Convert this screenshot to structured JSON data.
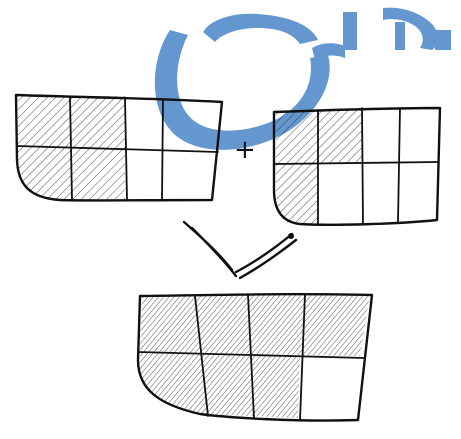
{
  "diagram": {
    "operator_symbol": "+",
    "watermark_color": "#4a86c8",
    "ink_color": "#111111",
    "figures": [
      {
        "id": "left-grid",
        "rows": 2,
        "cols": 4,
        "shaded": [
          [
            0,
            0
          ],
          [
            0,
            1
          ],
          [
            1,
            0
          ],
          [
            1,
            1
          ]
        ]
      },
      {
        "id": "right-grid",
        "rows": 2,
        "cols": 4,
        "shaded": [
          [
            0,
            0
          ],
          [
            0,
            1
          ],
          [
            1,
            0
          ]
        ]
      },
      {
        "id": "result-grid",
        "rows": 2,
        "cols": 4,
        "shaded": [
          [
            0,
            0
          ],
          [
            0,
            1
          ],
          [
            0,
            2
          ],
          [
            0,
            3
          ],
          [
            1,
            0
          ],
          [
            1,
            1
          ],
          [
            1,
            2
          ]
        ]
      }
    ],
    "arrows": [
      "down-right",
      "down-left"
    ]
  }
}
